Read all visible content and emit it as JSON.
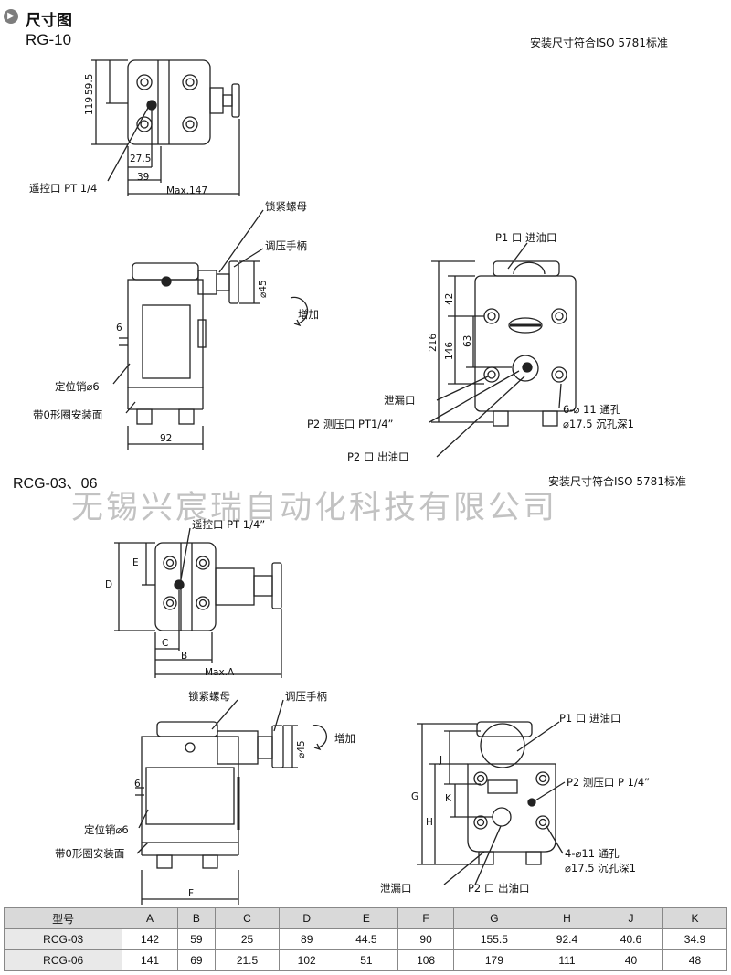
{
  "header": {
    "title": "尺寸图",
    "bullet_icon": "circle-arrow-icon"
  },
  "rg10": {
    "model": "RG-10",
    "standard": "安装尺寸符合ISO 5781标准",
    "dims": {
      "d595": "59.5",
      "d119": "119",
      "d275": "27.5",
      "d39": "39",
      "dmax147": "Max.147",
      "d45": "⌀45",
      "d6": "6",
      "d92": "92",
      "d216": "216",
      "d146": "146",
      "d42": "42",
      "d63": "63"
    },
    "labels": {
      "remote_port": "遥控口 PT 1/4",
      "lock_nut": "锁紧螺母",
      "handle": "调压手柄",
      "increase": "增加",
      "locating_pin": "定位销⌀6",
      "oring_face": "带0形圈安装面",
      "p1": "P1  口 进油口",
      "drain": "泄漏口",
      "p2_gauge": "P2  测压口 PT1/4”",
      "p2_out": "P2  口 出油口",
      "holes_1": "6-⌀ 11 通孔",
      "holes_2": "⌀17.5 沉孔深1"
    }
  },
  "rcg": {
    "model": "RCG-03、06",
    "standard": "安装尺寸符合ISO 5781标准",
    "dims": {
      "E": "E",
      "D": "D",
      "C": "C",
      "B": "B",
      "maxA": "Max.A",
      "d45": "⌀45",
      "d6": "6",
      "F": "F",
      "G": "G",
      "H": "H",
      "J": "J",
      "K": "K"
    },
    "labels": {
      "remote_port": "遥控口 PT 1/4”",
      "lock_nut": "锁紧螺母",
      "handle": "调压手柄",
      "increase": "增加",
      "locating_pin": "定位销⌀6",
      "oring_face": "带0形圈安装面",
      "p1": "P1  口  进油口",
      "p2_gauge": "P2  测压口 P 1/4”",
      "holes_1": "4-⌀11 通孔",
      "holes_2": "⌀17.5 沉孔深1",
      "drain": "泄漏口",
      "p2_out": "P2  口  出油口"
    }
  },
  "watermark": "无锡兴宸瑞自动化科技有限公司",
  "table": {
    "headers": [
      "型号",
      "A",
      "B",
      "C",
      "D",
      "E",
      "F",
      "G",
      "H",
      "J",
      "K"
    ],
    "rows": [
      [
        "RCG-03",
        "142",
        "59",
        "25",
        "89",
        "44.5",
        "90",
        "155.5",
        "92.4",
        "40.6",
        "34.9"
      ],
      [
        "RCG-06",
        "141",
        "69",
        "21.5",
        "102",
        "51",
        "108",
        "179",
        "111",
        "40",
        "48"
      ]
    ]
  }
}
